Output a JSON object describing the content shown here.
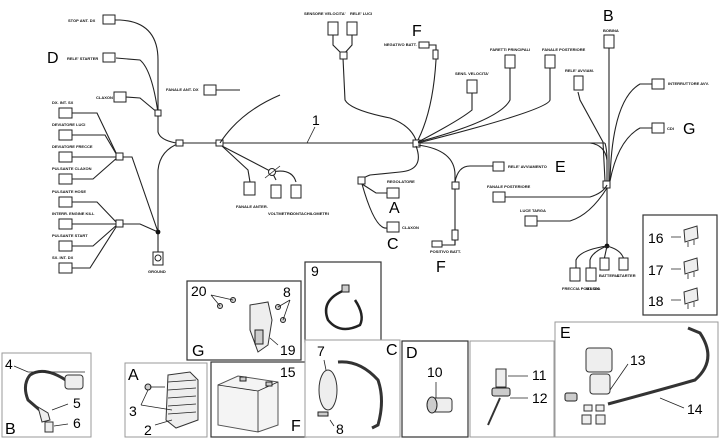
{
  "diagram": {
    "title": "Wiring harness exploded view",
    "harness_number": "1",
    "group_letters": {
      "D_top": "D",
      "F_top": "F",
      "B_top": "B",
      "G_right": "G",
      "E_mid": "E",
      "A_mid": "A",
      "C_mid": "C",
      "F_bottom": "F"
    },
    "connector_labels": {
      "top_left_1": "STOP ANT. DX",
      "top_left_2": "RELE' STARTER",
      "top_left_3": "CLAXON",
      "left_mid": "FANALE ANT. DX",
      "left_1": "DX. INT. SX",
      "left_2": "DEVIATORE LUCI",
      "left_3": "DEVIATORE FRECCE",
      "left_4": "PULSANTE CLAXON",
      "left_5": "PULSANTE HOSE",
      "left_6": "INTERR. ENGINE KILL",
      "left_7": "PULSANTE START",
      "left_8": "SX. INT. DX",
      "ground": "GROUND",
      "center_1": "FANALE ANTER.",
      "center_2": "VOLTMETRO",
      "center_3": "CONTACHILOMETRI",
      "top_mid_1": "SENSORE VELOCITA'",
      "top_mid_2": "RELE' LUCI",
      "top_mid_3": "NEGATIVO BATT.",
      "upper_right_1": "SENS. VELOCITA'",
      "upper_right_2": "FARETTI PRINCIPALI",
      "upper_right_3": "FANALE POSTERIORE",
      "upper_right_4": "RELE' AVVIAM.",
      "b_conn": "BOBINA",
      "right_1": "INTERRUTTORE AVV.",
      "right_2": "CDI",
      "e_conn": "RELE' AVVIAMENTO",
      "mid_right_1": "FANALE POSTERIORE",
      "mid_right_2": "LUCE TARGA",
      "a_conn": "REGOLATORE",
      "c_conn": "CLAXON",
      "f_bottom_conn": "POSITIVO BATT.",
      "bottom_right_1": "FRECCIA POST. DX",
      "bottom_right_2": "MASSA",
      "bottom_right_3": "BATTERIA",
      "bottom_right_4": "STARTER"
    },
    "parts_boxes": [
      {
        "letter": "G",
        "items": [
          "20",
          "8",
          "19"
        ]
      },
      {
        "letter": "",
        "items": [
          "9"
        ]
      },
      {
        "letter": "B",
        "items": [
          "4",
          "5",
          "6"
        ]
      },
      {
        "letter": "A",
        "items": [
          "3",
          "2"
        ]
      },
      {
        "letter": "F",
        "items": [
          "15"
        ]
      },
      {
        "letter": "C",
        "items": [
          "7",
          "8"
        ]
      },
      {
        "letter": "D",
        "items": [
          "10"
        ]
      },
      {
        "letter": "",
        "items": [
          "11",
          "12"
        ]
      },
      {
        "letter": "E",
        "items": [
          "13",
          "14"
        ]
      },
      {
        "letter": "",
        "items": [
          "16",
          "17",
          "18"
        ]
      }
    ]
  }
}
